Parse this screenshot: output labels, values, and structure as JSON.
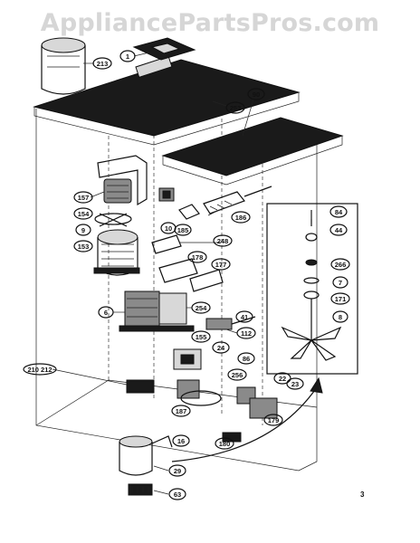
{
  "watermark": "AppliancePartsPros.com",
  "page_number": "3",
  "callouts": {
    "c1": "1",
    "c213": "213",
    "c253": "253",
    "c90": "90",
    "c157": "157",
    "c154": "154",
    "c9": "9",
    "c10": "10",
    "c185": "185",
    "c186": "186",
    "c84": "84",
    "c44": "44",
    "c248": "248",
    "c153": "153",
    "c178": "178",
    "c177": "177",
    "c266": "266",
    "c7": "7",
    "c171": "171",
    "c6": "6",
    "c254": "254",
    "c41": "41",
    "c8": "8",
    "c155": "155",
    "c112": "112",
    "c24": "24",
    "c86": "86",
    "c210_212": "210 212",
    "c256": "256",
    "c22": "22",
    "c23": "23",
    "c187": "187",
    "c179": "179",
    "c16": "16",
    "c180": "180",
    "c29": "29",
    "c63": "63"
  }
}
